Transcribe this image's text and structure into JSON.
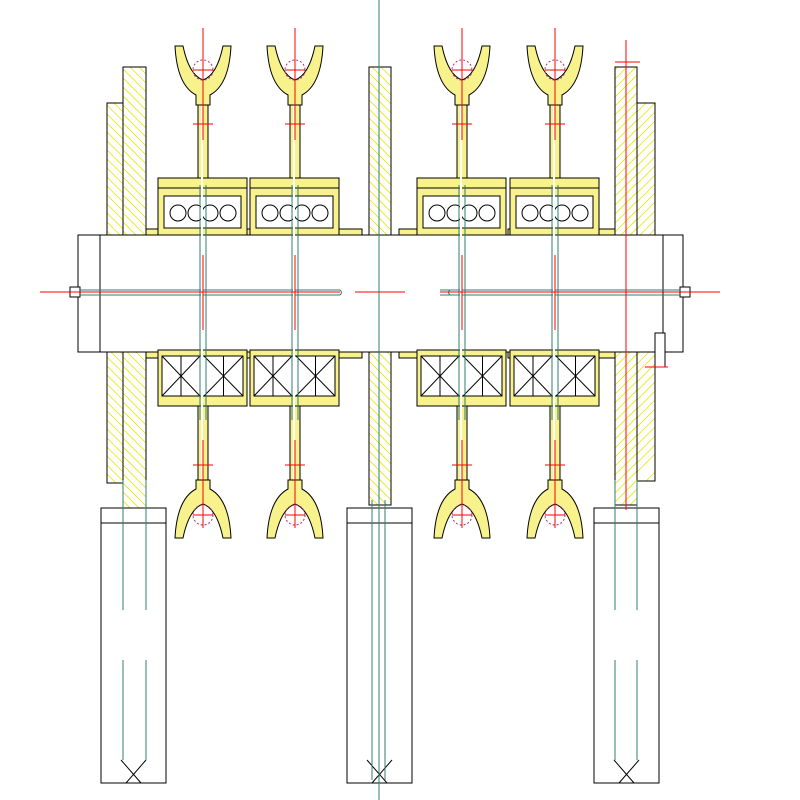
{
  "drawing": {
    "colors": {
      "outline": "#000000",
      "centerline": "#ff0000",
      "axis": "#2f7f6f",
      "part_fill": "#f7f28c",
      "hatch": "#e6e600",
      "hole": "#b0307a"
    },
    "fork_count": 4,
    "bearing_unit_count": 8,
    "plate_count": 3,
    "leg_count": 3
  }
}
